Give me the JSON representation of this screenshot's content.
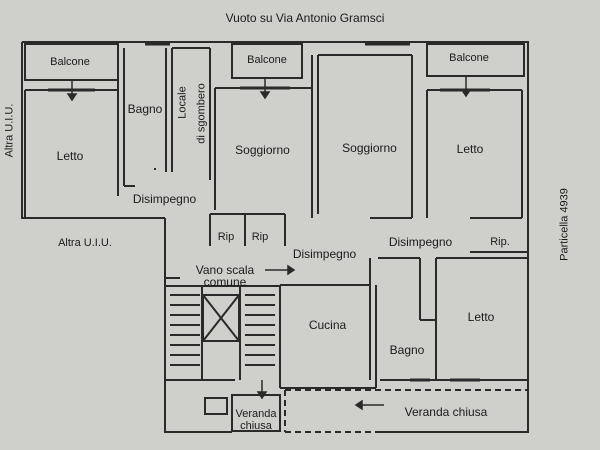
{
  "header": {
    "title": "Vuoto su Via Antonio Gramsci"
  },
  "side_labels": {
    "left_top": "Altra U.I.U.",
    "left_mid": "Altra U.I.U.",
    "right": "Particella 4939"
  },
  "rooms": {
    "balcone_1": "Balcone",
    "balcone_2": "Balcone",
    "balcone_3": "Balcone",
    "letto_1": "Letto",
    "letto_2": "Letto",
    "letto_3": "Letto",
    "bagno_1": "Bagno",
    "bagno_2": "Bagno",
    "locale_line1": "Locale",
    "locale_line2": "di sgombero",
    "soggiorno_1": "Soggiorno",
    "soggiorno_2": "Soggiorno",
    "disimpegno_1": "Disimpegno",
    "disimpegno_2": "Disimpegno",
    "disimpegno_3": "Disimpegno",
    "rip_1": "Rip",
    "rip_2": "Rip",
    "rip_3": "Rip.",
    "vano_line1": "Vano scala",
    "vano_line2": "comune",
    "cucina": "Cucina",
    "veranda_1_line1": "Veranda",
    "veranda_1_line2": "chiusa",
    "veranda_2": "Veranda chiusa"
  }
}
